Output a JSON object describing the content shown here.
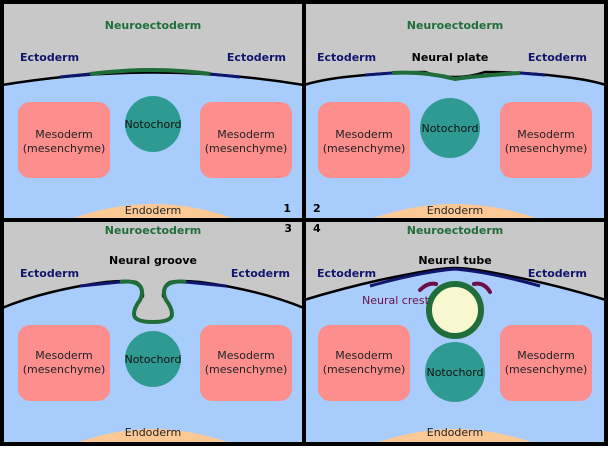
{
  "labels": {
    "neuroectoderm": "Neuroectoderm",
    "ectoderm": "Ectoderm",
    "mesoderm_line1": "Mesoderm",
    "mesoderm_line2": "(mesenchyme)",
    "notochord": "Notochord",
    "endoderm": "Endoderm",
    "neural_plate": "Neural plate",
    "neural_groove": "Neural groove",
    "neural_tube": "Neural tube",
    "neural_crest": "Neural crest"
  },
  "panels": [
    {
      "number": "1"
    },
    {
      "number": "2"
    },
    {
      "number": "3"
    },
    {
      "number": "4"
    }
  ],
  "colors": {
    "ectoderm_region": "#c8c8c8",
    "mesoderm_background": "#a8cdfd",
    "mesoderm_block": "#fc8e8e",
    "notochord": "#2f9a91",
    "endoderm": "#fcc995",
    "neuroectoderm": "#1f6e3a",
    "ectoderm_label": "#10156e",
    "neural_crest": "#6b0f47",
    "neural_tube_lumen": "#f7f8cf",
    "border": "#000000"
  }
}
